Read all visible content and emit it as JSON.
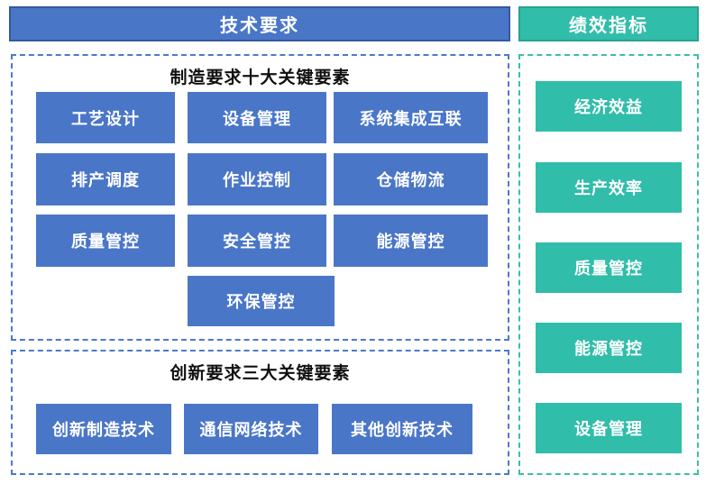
{
  "colors": {
    "box_blue": "#4A76C8",
    "box_teal": "#30BDA9",
    "dashed_blue": "#4A7BCA",
    "dashed_teal": "#3BBFA6"
  },
  "headers": {
    "left": "技术要求",
    "right": "绩效指标"
  },
  "manufacturing": {
    "title": "制造要求十大关键要素",
    "rows": [
      [
        "工艺设计",
        "设备管理",
        "系统集成互联"
      ],
      [
        "排产调度",
        "作业控制",
        "仓储物流"
      ],
      [
        "质量管控",
        "安全管控",
        "能源管控"
      ],
      [
        "环保管控"
      ]
    ]
  },
  "innovation": {
    "title": "创新要求三大关键要素",
    "items": [
      "创新制造技术",
      "通信网络技术",
      "其他创新技术"
    ]
  },
  "performance": {
    "items": [
      "经济效益",
      "生产效率",
      "质量管控",
      "能源管控",
      "设备管理"
    ]
  }
}
